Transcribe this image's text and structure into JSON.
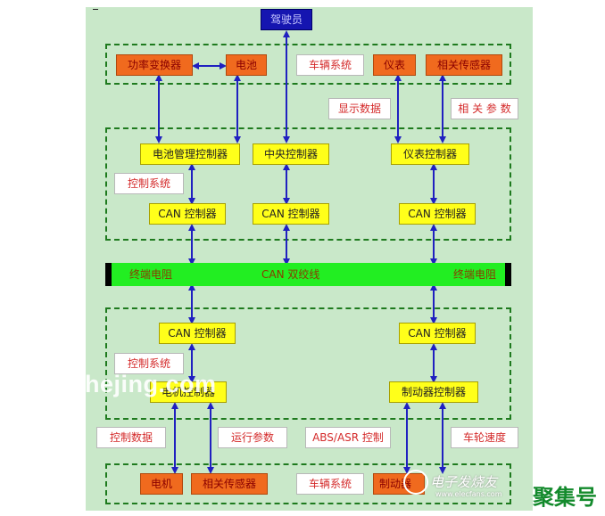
{
  "top": {
    "driver": "驾驶员"
  },
  "top_group": {
    "power_converter": "功率变换器",
    "battery": "电池",
    "vehicle_system": "车辆系统",
    "instrument": "仪表",
    "related_sensor": "相关传感器"
  },
  "side_labels": {
    "display_data": "显示数据",
    "related_params": "相 关 参 数",
    "control_system_1": "控制系统",
    "control_system_2": "控制系统",
    "control_data": "控制数据",
    "run_params": "运行参数",
    "abs_control": "ABS/ASR 控制",
    "wheel_speed": "车轮速度"
  },
  "upper_group": {
    "bms": "电池管理控制器",
    "central": "中央控制器",
    "instrument_ctrl": "仪表控制器",
    "can1": "CAN 控制器",
    "can2": "CAN 控制器",
    "can3": "CAN 控制器"
  },
  "bus": {
    "left_term": "终端电阻",
    "center": "CAN 双绞线",
    "right_term": "终端电阻"
  },
  "lower_group": {
    "can4": "CAN 控制器",
    "can5": "CAN 控制器",
    "motor_ctrl": "电机控制器",
    "brake_ctrl": "制动器控制器"
  },
  "bottom_group": {
    "motor": "电机",
    "related_sensor": "相关传感器",
    "vehicle_system": "车辆系统",
    "brake": "制动器"
  },
  "watermarks": {
    "site": "mshejing.com",
    "logo": "电子发烧友",
    "logo_url": "www.elecfans.com",
    "brand": "聚集号"
  },
  "colors": {
    "background": "#c9e8c9",
    "orange_box": "#f06a1e",
    "yellow_box": "#ffff1a",
    "bus": "#22ee22",
    "wire": "#2020c0",
    "dashed_border": "#1e7a1e",
    "driver_box": "#1515b0"
  }
}
